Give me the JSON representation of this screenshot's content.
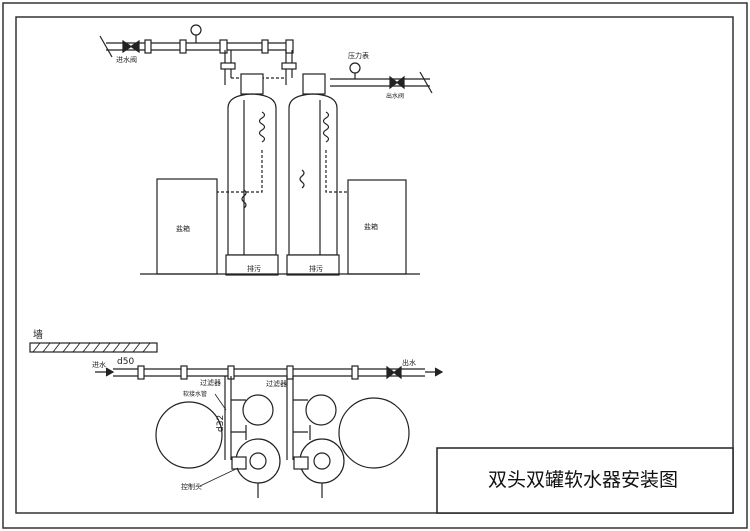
{
  "drawing": {
    "title": "双头双罐软水器安装图"
  },
  "elevation": {
    "inlet_label": "进水阀",
    "gauge_label": "压力表",
    "outlet_label": "出水阀",
    "left_tank": {
      "label": "盐箱"
    },
    "right_tank": {
      "label": "盐箱"
    },
    "drain_left": "排污",
    "drain_right": "排污"
  },
  "plan": {
    "wall_label": "墙",
    "inlet_label": "进水",
    "inlet_size": "d50",
    "outlet_label": "出水",
    "filter_left": "过滤器",
    "filter_right": "过滤器",
    "soft_pipe_label": "软接水管",
    "drain_size": "d32",
    "valve_head_label": "控制头"
  }
}
